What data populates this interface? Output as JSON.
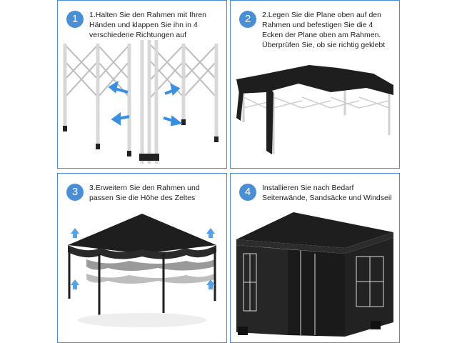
{
  "steps": [
    {
      "number": "1",
      "text": "1.Halten Sie den Rahmen mit Ihren Händen und klappen Sie ihn in 4 verschiedene Richtungen auf"
    },
    {
      "number": "2",
      "text": "2.Legen Sie die Plane oben auf den Rahmen und befestigen Sie die 4 Ecken der Plane oben am Rahmen. Überprüfen Sie, ob sie richtig geklebt"
    },
    {
      "number": "3",
      "text": "3.Erweitern Sie den Rahmen und passen Sie die Höhe des Zeltes"
    },
    {
      "number": "4",
      "text": "Installieren Sie nach Bedarf Seitenwände, Sandsäcke und Windseil"
    }
  ],
  "colors": {
    "accent": "#4a8fd6",
    "canopy": "#1e1e1e",
    "frame": "#e6e6e6"
  }
}
